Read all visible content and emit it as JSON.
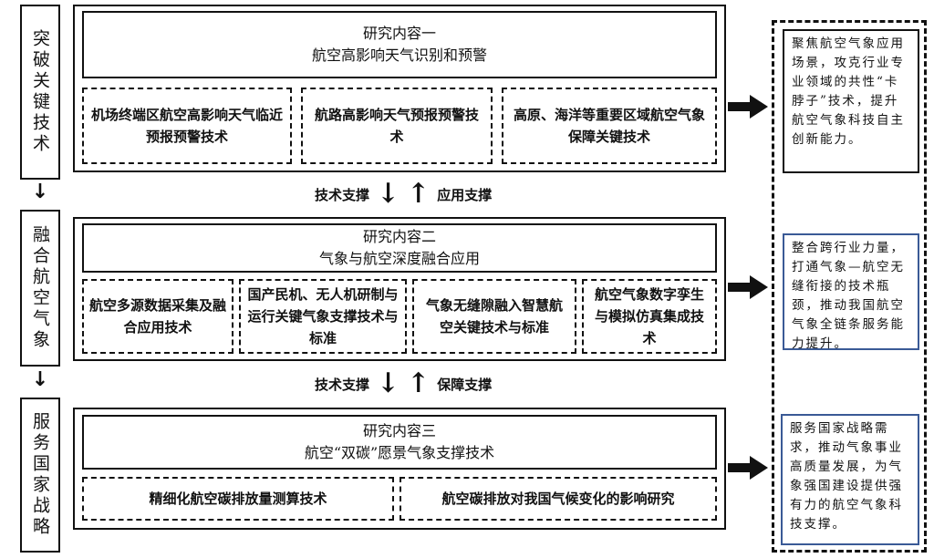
{
  "left": [
    "突破关键技术",
    "融合航空气象",
    "服务国家战略"
  ],
  "content1": {
    "title": "研究内容一",
    "subtitle": "航空高影响天气识别和预警",
    "items": [
      "机场终端区航空高影响天气临近预报预警技术",
      "航路高影响天气预报预警技术",
      "高原、海洋等重要区域航空气象保障关键技术"
    ]
  },
  "link1": {
    "left": "技术支撑",
    "right": "应用支撑"
  },
  "content2": {
    "title": "研究内容二",
    "subtitle": "气象与航空深度融合应用",
    "items": [
      "航空多源数据采集及融合应用技术",
      "国产民机、无人机研制与运行关键气象支撑技术与标准",
      "气象无缝隙融入智慧航空关键技术与标准",
      "航空气象数字孪生与模拟仿真集成技术"
    ]
  },
  "link2": {
    "left": "技术支撑",
    "right": "保障支撑"
  },
  "content3": {
    "title": "研究内容三",
    "subtitle": "航空“双碳”愿景气象支撑技术",
    "items": [
      "精细化航空碳排放量测算技术",
      "航空碳排放对我国气候变化的影响研究"
    ]
  },
  "notes": [
    "聚焦航空气象应用场景，攻克行业专业领域的共性“卡脖子”技术，提升航空气象科技自主创新能力。",
    "整合跨行业力量，打通气象—航空无缝衔接的技术瓶颈，推动我国航空气象全链条服务能力提升。",
    "服务国家战略需求，推动气象事业高质量发展，为气象强国建设提供强有力的航空气象科技支撑。"
  ],
  "colors": {
    "line": "#111111",
    "blue_border": "#3a5a96"
  }
}
